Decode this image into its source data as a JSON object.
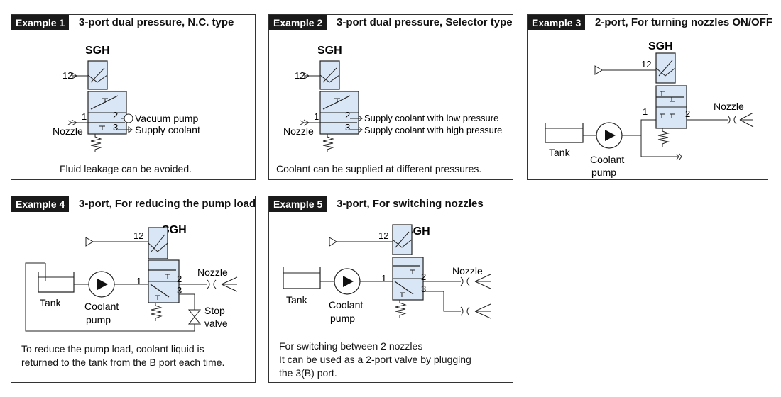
{
  "valve_model": "SGH",
  "ports": {
    "p1": "1",
    "p2": "2",
    "p3": "3",
    "p12": "12"
  },
  "examples": [
    {
      "badge": "Example 1",
      "title": "3-port dual pressure, N.C. type",
      "labels": {
        "nozzle": "Nozzle",
        "vacuum": "Vacuum pump",
        "supply": "Supply coolant"
      },
      "caption": [
        "Fluid leakage can be avoided."
      ]
    },
    {
      "badge": "Example 2",
      "title": "3-port dual pressure, Selector type",
      "labels": {
        "nozzle": "Nozzle",
        "low": "Supply coolant with low pressure",
        "high": "Supply coolant with high pressure"
      },
      "caption": [
        "Coolant can be supplied at different pressures."
      ]
    },
    {
      "badge": "Example 3",
      "title": "2-port, For turning nozzles ON/OFF",
      "labels": {
        "tank": "Tank",
        "coolant": "Coolant",
        "pump": "pump",
        "nozzle": "Nozzle"
      },
      "caption": []
    },
    {
      "badge": "Example 4",
      "title": "3-port, For reducing the pump load",
      "labels": {
        "tank": "Tank",
        "coolant": "Coolant",
        "pump": "pump",
        "nozzle": "Nozzle",
        "stop": "Stop",
        "valve": "valve"
      },
      "caption": [
        "To reduce the pump load, coolant liquid is",
        "returned to the tank from the B port each time."
      ]
    },
    {
      "badge": "Example 5",
      "title": "3-port, For switching nozzles",
      "labels": {
        "tank": "Tank",
        "coolant": "Coolant",
        "pump": "pump",
        "nozzle": "Nozzle"
      },
      "caption": [
        "For switching between 2 nozzles",
        "It can be used as a 2-port valve by plugging",
        "the 3(B) port."
      ]
    }
  ]
}
